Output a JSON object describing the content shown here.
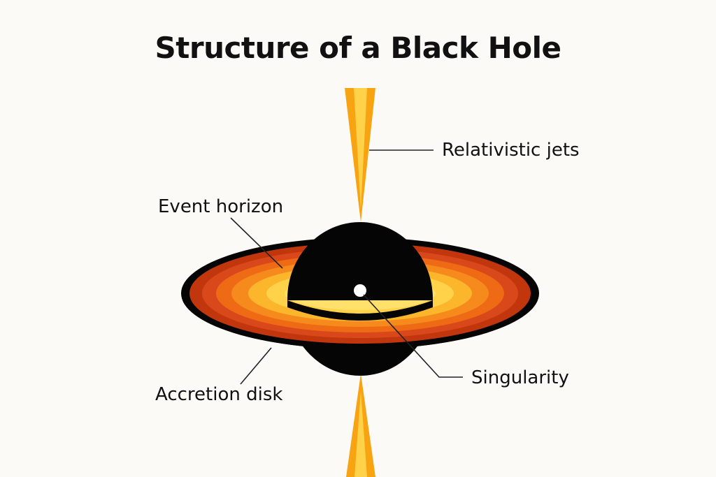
{
  "title": "Structure of a Black Hole",
  "labels": {
    "relativistic_jets": "Relativistic jets",
    "event_horizon": "Event horizon",
    "singularity": "Singularity",
    "accretion_disk": "Accretion disk"
  },
  "colors": {
    "background": "#fbfaf6",
    "black_hole": "#050505",
    "jet_outer": "#f7a312",
    "jet_inner": "#ffd24a",
    "disk_outer": "#c2360e",
    "disk_mid": "#ef6a14",
    "disk_inner": "#fbb62c",
    "disk_core": "#ffe06a",
    "singularity": "#ffffff"
  }
}
